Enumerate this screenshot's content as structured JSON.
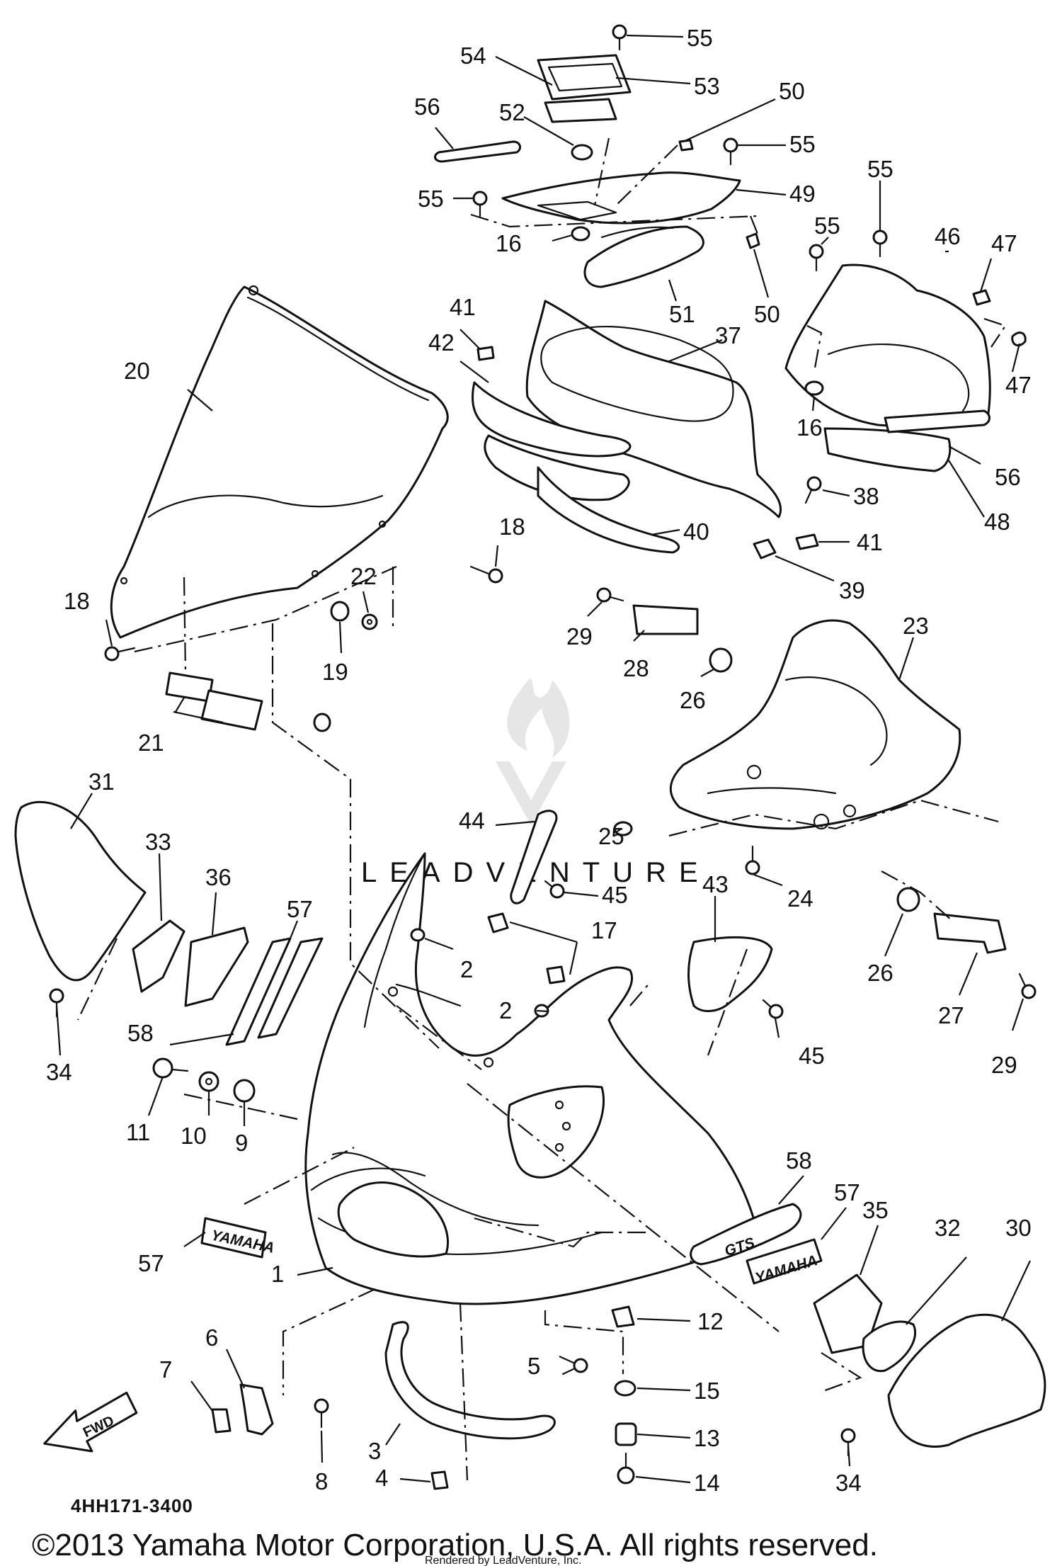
{
  "diagram": {
    "part_code": "4HH171-3400",
    "copyright": "©2013 Yamaha Motor Corporation, U.S.A. All rights reserved.",
    "credit": "Rendered by LeadVenture, Inc.",
    "watermark": "LEADVENTURE",
    "fwd_label": "FWD",
    "emblem_texts": [
      "YAMAHA",
      "YAMAHA",
      "GTS"
    ],
    "callouts": [
      {
        "n": "55"
      },
      {
        "n": "54"
      },
      {
        "n": "53"
      },
      {
        "n": "50"
      },
      {
        "n": "56"
      },
      {
        "n": "52"
      },
      {
        "n": "55"
      },
      {
        "n": "55"
      },
      {
        "n": "49"
      },
      {
        "n": "55"
      },
      {
        "n": "46"
      },
      {
        "n": "47"
      },
      {
        "n": "55"
      },
      {
        "n": "16"
      },
      {
        "n": "51"
      },
      {
        "n": "50"
      },
      {
        "n": "47"
      },
      {
        "n": "41"
      },
      {
        "n": "42"
      },
      {
        "n": "37"
      },
      {
        "n": "20"
      },
      {
        "n": "16"
      },
      {
        "n": "56"
      },
      {
        "n": "38"
      },
      {
        "n": "48"
      },
      {
        "n": "40"
      },
      {
        "n": "41"
      },
      {
        "n": "18"
      },
      {
        "n": "39"
      },
      {
        "n": "22"
      },
      {
        "n": "18"
      },
      {
        "n": "29"
      },
      {
        "n": "23"
      },
      {
        "n": "19"
      },
      {
        "n": "28"
      },
      {
        "n": "26"
      },
      {
        "n": "21"
      },
      {
        "n": "31"
      },
      {
        "n": "25"
      },
      {
        "n": "44"
      },
      {
        "n": "33"
      },
      {
        "n": "36"
      },
      {
        "n": "45"
      },
      {
        "n": "24"
      },
      {
        "n": "57"
      },
      {
        "n": "43"
      },
      {
        "n": "17"
      },
      {
        "n": "2"
      },
      {
        "n": "26"
      },
      {
        "n": "34"
      },
      {
        "n": "2"
      },
      {
        "n": "27"
      },
      {
        "n": "58"
      },
      {
        "n": "45"
      },
      {
        "n": "29"
      },
      {
        "n": "11"
      },
      {
        "n": "10"
      },
      {
        "n": "9"
      },
      {
        "n": "58"
      },
      {
        "n": "57"
      },
      {
        "n": "35"
      },
      {
        "n": "32"
      },
      {
        "n": "30"
      },
      {
        "n": "57"
      },
      {
        "n": "1"
      },
      {
        "n": "12"
      },
      {
        "n": "6"
      },
      {
        "n": "7"
      },
      {
        "n": "5"
      },
      {
        "n": "15"
      },
      {
        "n": "3"
      },
      {
        "n": "13"
      },
      {
        "n": "8"
      },
      {
        "n": "4"
      },
      {
        "n": "14"
      },
      {
        "n": "34"
      }
    ]
  }
}
